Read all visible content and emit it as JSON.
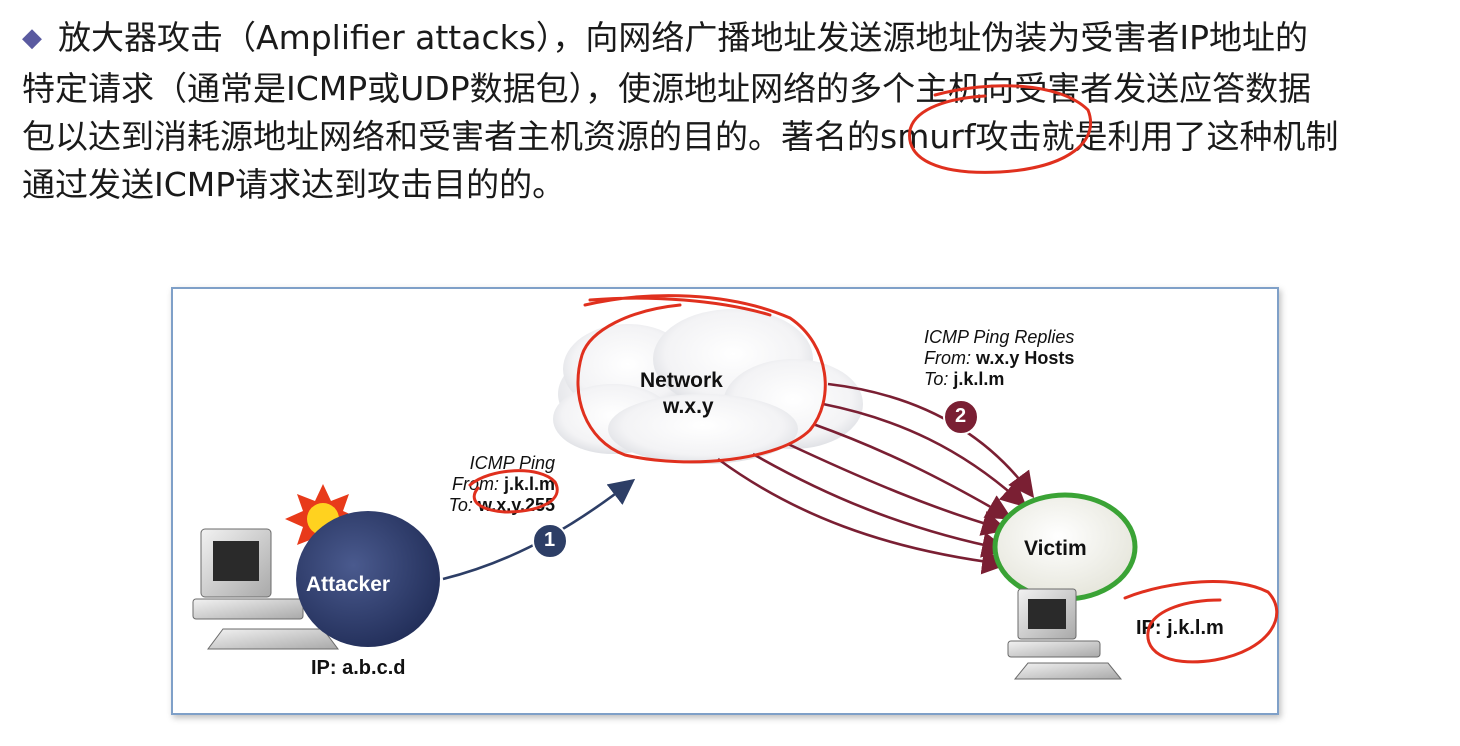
{
  "paragraph": {
    "bullet": "◆",
    "line1": "放大器攻击（Amplifier attacks），向网络广播地址发送源地址伪装为受害者IP地址的",
    "line2": "特定请求（通常是ICMP或UDP数据包），使源地址网络的多个主机向受害者发送应答数据",
    "line3": "包以达到消耗源地址网络和受害者主机资源的目的。著名的smurf攻击就是利用了这种机制",
    "line4": "通过发送ICMP请求达到攻击目的的。"
  },
  "diagram": {
    "network": {
      "title": "Network",
      "addr": "w.x.y"
    },
    "attacker": {
      "label": "Attacker",
      "ip": "IP: a.b.c.d"
    },
    "victim": {
      "label": "Victim",
      "ip": "IP: j.k.l.m"
    },
    "step1": {
      "number": "1",
      "title": "ICMP Ping",
      "from_label": "From:",
      "from_value": "j.k.l.m",
      "to_label": "To:",
      "to_value": "w.x.y.255"
    },
    "step2": {
      "number": "2",
      "title": "ICMP Ping Replies",
      "from_label": "From:",
      "from_value": "w.x.y Hosts",
      "to_label": "To:",
      "to_value": "j.k.l.m"
    },
    "colors": {
      "attacker_fill": "#2c3a6b",
      "victim_ring": "#3aa335",
      "reply_arrow": "#7a1f33",
      "ping_arrow": "#2d3e66",
      "annotation": "#e0301e",
      "frame": "#7fa0c8"
    }
  }
}
